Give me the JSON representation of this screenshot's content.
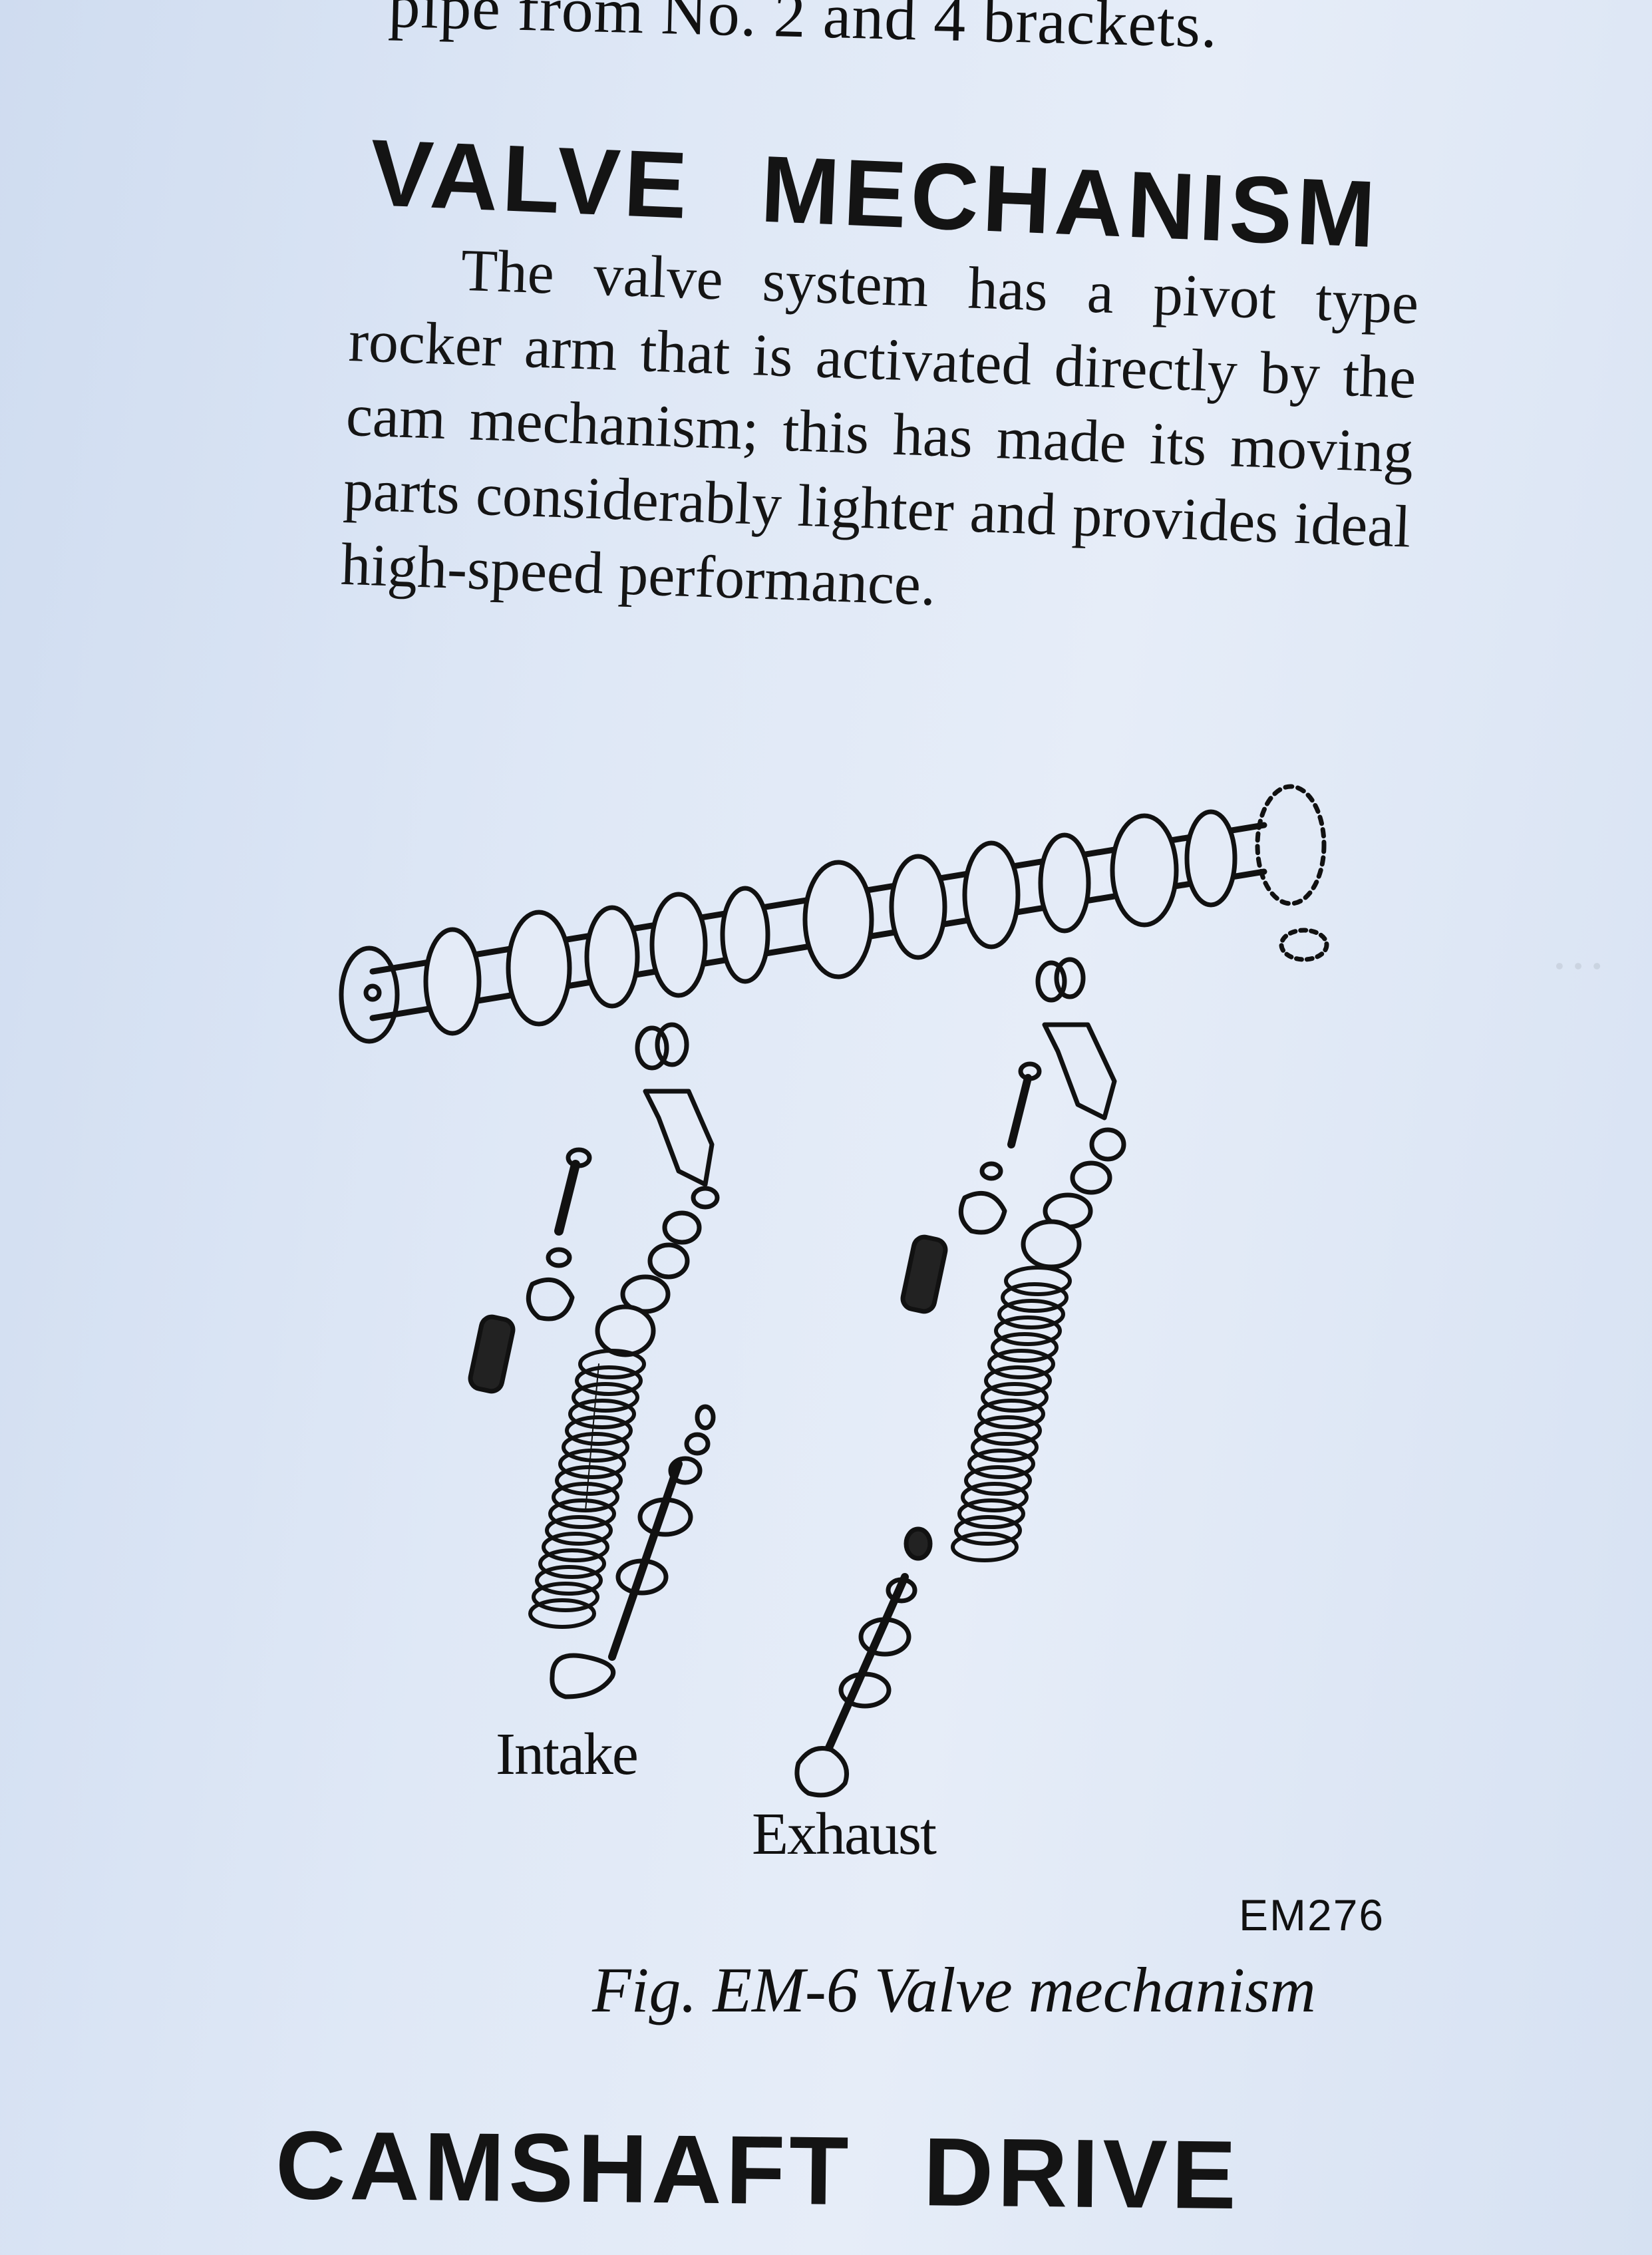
{
  "top_fragment": "pipe from No. 2 and 4 brackets.",
  "section_1": {
    "heading": "VALVE MECHANISM",
    "paragraph": "The valve system has a pivot type rocker arm that is activated directly by the cam mechanism; this has made its moving parts considerably lighter and provides ideal high-speed performance."
  },
  "figure": {
    "label_intake": "Intake",
    "label_exhaust": "Exhaust",
    "code": "EM276",
    "caption": "Fig. EM-6  Valve mechanism"
  },
  "section_2": {
    "heading": "CAMSHAFT DRIVE"
  },
  "colors": {
    "paper": "#dfe8f6",
    "ink": "#111111"
  }
}
